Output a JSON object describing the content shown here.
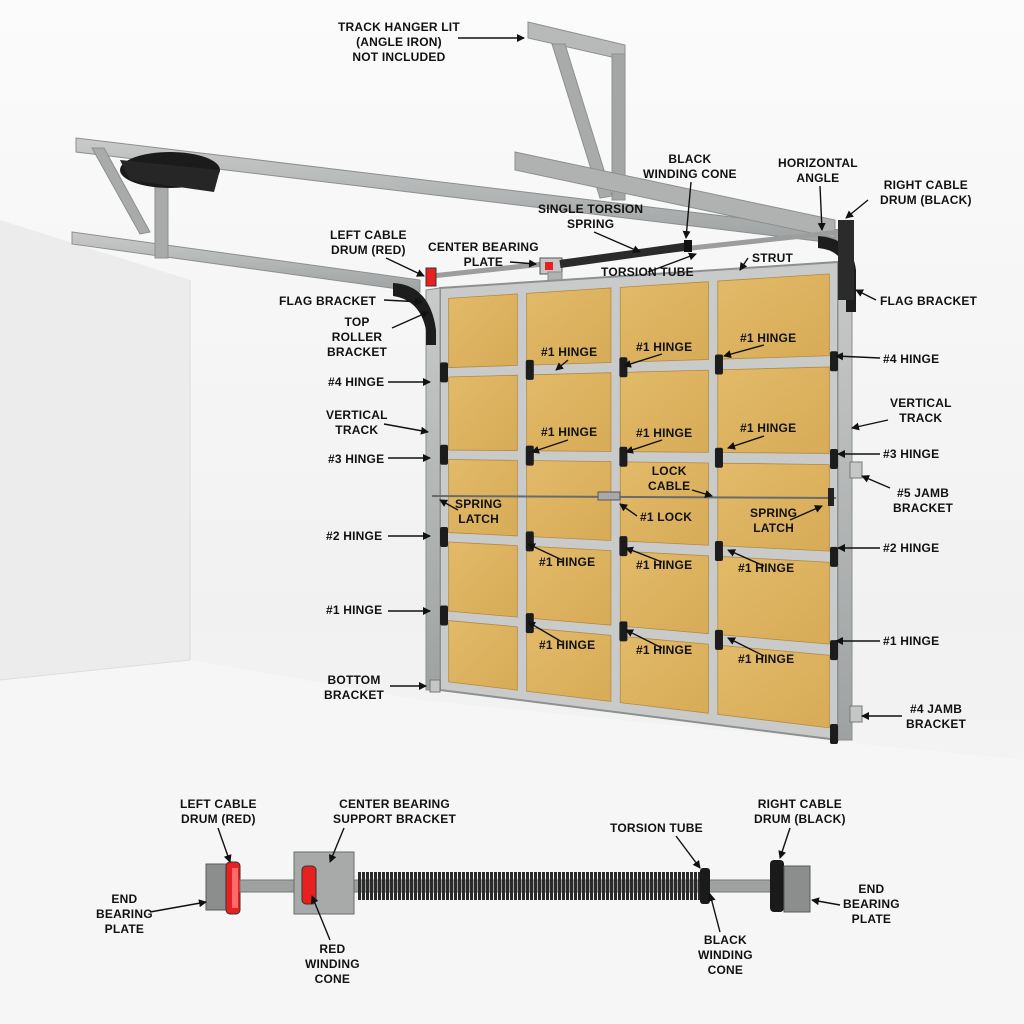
{
  "colors": {
    "panel": "#ddb463",
    "track": "#b5b7b7",
    "red": "#e8201f",
    "black": "#1a1a1a",
    "text": "#111111"
  },
  "labels": {
    "track_hanger": "TRACK HANGER LIT\n(ANGLE IRON)\nNOT INCLUDED",
    "black_winding_cone_top": "BLACK\nWINDING CONE",
    "horizontal_angle": "HORIZONTAL\nANGLE",
    "right_cable_drum_top": "RIGHT CABLE\nDRUM (BLACK)",
    "single_torsion_spring": "SINGLE TORSION\nSPRING",
    "left_cable_drum_top": "LEFT CABLE\nDRUM (RED)",
    "center_bearing_plate": "CENTER BEARING\nPLATE",
    "torsion_tube_top": "TORSION TUBE",
    "strut": "STRUT",
    "flag_bracket_left": "FLAG BRACKET",
    "flag_bracket_right": "FLAG BRACKET",
    "top_roller_bracket": "TOP\nROLLER\nBRACKET",
    "hinge1_a": "#1 HINGE",
    "hinge1_b": "#1 HINGE",
    "hinge1_c": "#1 HINGE",
    "hinge1_d": "#1 HINGE",
    "hinge1_e": "#1 HINGE",
    "hinge1_f": "#1 HINGE",
    "hinge1_g": "#1 HINGE",
    "hinge1_h": "#1 HINGE",
    "hinge1_i": "#1 HINGE",
    "hinge1_j": "#1 HINGE",
    "hinge1_k": "#1 HINGE",
    "hinge1_l": "#1 HINGE",
    "hinge4_left": "#4 HINGE",
    "hinge4_right": "#4 HINGE",
    "vertical_track_left": "VERTICAL\nTRACK",
    "vertical_track_right": "VERTICAL\nTRACK",
    "hinge3_left": "#3 HINGE",
    "hinge3_right": "#3 HINGE",
    "lock_cable": "LOCK\nCABLE",
    "jamb5": "#5 JAMB\nBRACKET",
    "spring_latch_left": "SPRING\nLATCH",
    "lock1": "#1 LOCK",
    "spring_latch_right": "SPRING\nLATCH",
    "hinge2_left": "#2 HINGE",
    "hinge2_right": "#2 HINGE",
    "hinge1_left": "#1 HINGE",
    "hinge1_right": "#1 HINGE",
    "bottom_bracket": "BOTTOM\nBRACKET",
    "jamb4": "#4 JAMB\nBRACKET",
    "b_left_cable_drum": "LEFT CABLE\nDRUM (RED)",
    "b_center_bearing": "CENTER BEARING\nSUPPORT BRACKET",
    "b_torsion_tube": "TORSION TUBE",
    "b_right_cable_drum": "RIGHT CABLE\nDRUM (BLACK)",
    "b_end_bearing_left": "END\nBEARING\nPLATE",
    "b_end_bearing_right": "END\nBEARING\nPLATE",
    "b_red_winding_cone": "RED\nWINDING\nCONE",
    "b_black_winding_cone": "BLACK\nWINDING\nCONE"
  }
}
